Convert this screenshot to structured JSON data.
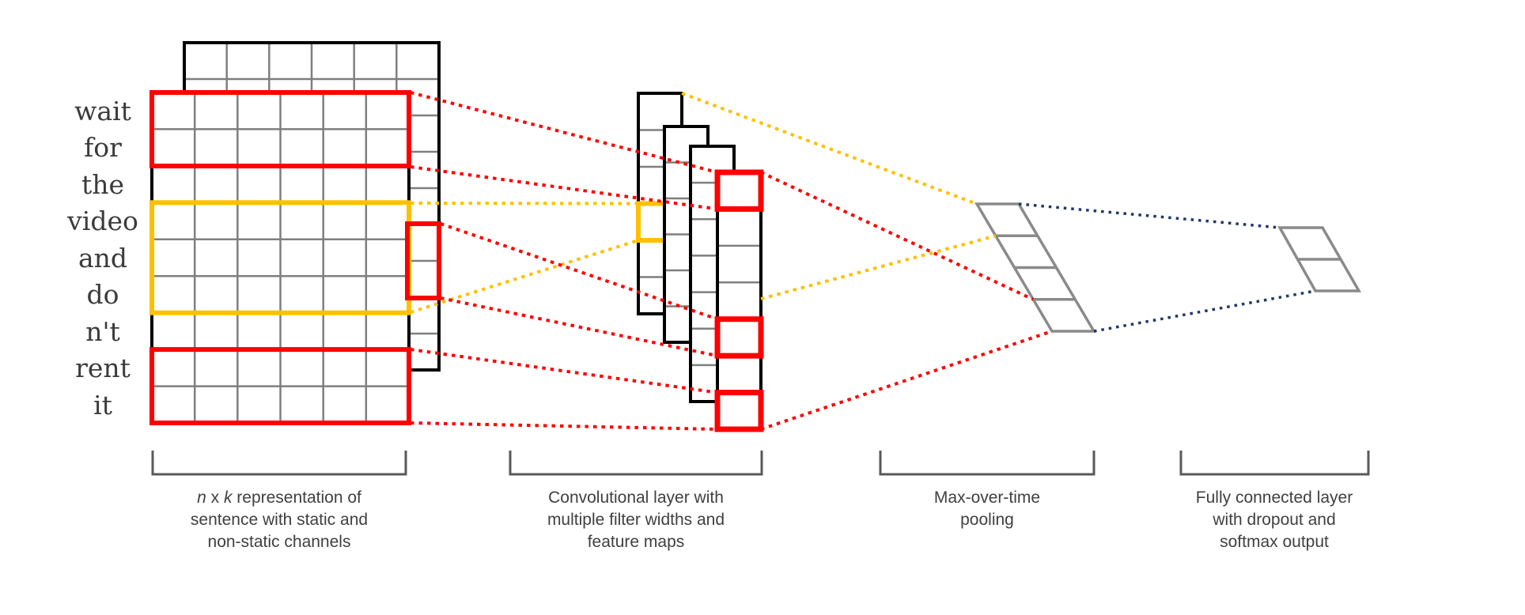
{
  "palette": {
    "background": "#FFFFFF",
    "red": "#FF0000",
    "gold": "#FFC000",
    "navy": "#1F3864",
    "grid_gray": "#7F7F7F",
    "pool_gray": "#8A8A8A",
    "line_black": "#000000",
    "bracket_gray": "#595959",
    "word_color": "#3B3B3B",
    "label_color": "#404040"
  },
  "sentence": {
    "words": [
      "wait",
      "for",
      "the",
      "video",
      "and",
      "do",
      "n't",
      "rent",
      "it"
    ]
  },
  "figure": {
    "input_rows": 9,
    "input_cols": 6,
    "channels": 2,
    "red_filter_height": 2,
    "yellow_filter_height": 3,
    "feature_maps": 4,
    "feature_map_cells": [
      6,
      6,
      7,
      7
    ],
    "pooling_cells": 4,
    "output_cells": 2
  },
  "captions": {
    "representation": {
      "n": "n",
      "x": " x ",
      "k": "k",
      "rest": " representation of",
      "line2": "sentence with static and",
      "line3": "non-static channels"
    },
    "conv": {
      "line1": "Convolutional layer with",
      "line2": "multiple filter widths and",
      "line3": "feature maps"
    },
    "pooling": {
      "line1": "Max-over-time",
      "line2": "pooling"
    },
    "fc": {
      "line1": "Fully connected layer",
      "line2": "with dropout and",
      "line3": "softmax output"
    }
  }
}
